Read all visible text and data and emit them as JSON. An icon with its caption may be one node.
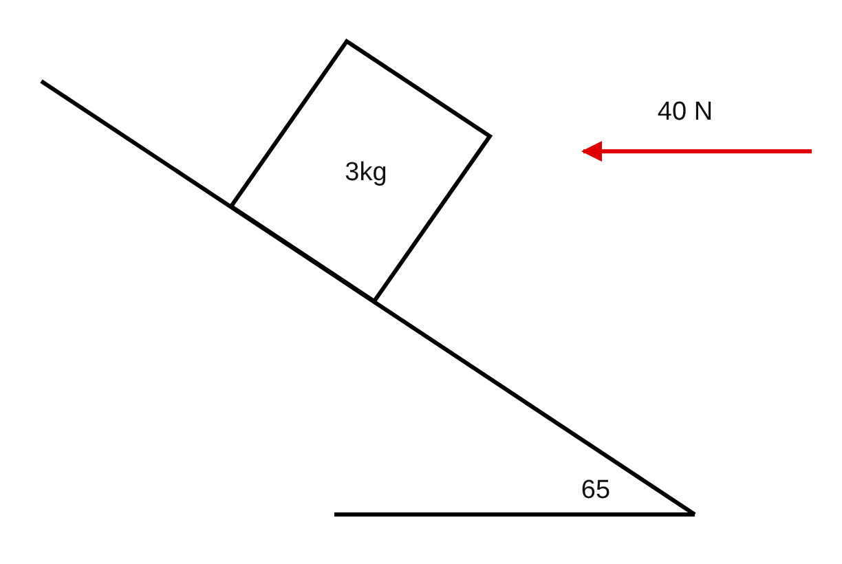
{
  "diagram": {
    "nodes": [
      {
        "text": [
          "3kg"
        ]
      }
    ],
    "labels": [
      "40 N",
      "65"
    ]
  }
}
